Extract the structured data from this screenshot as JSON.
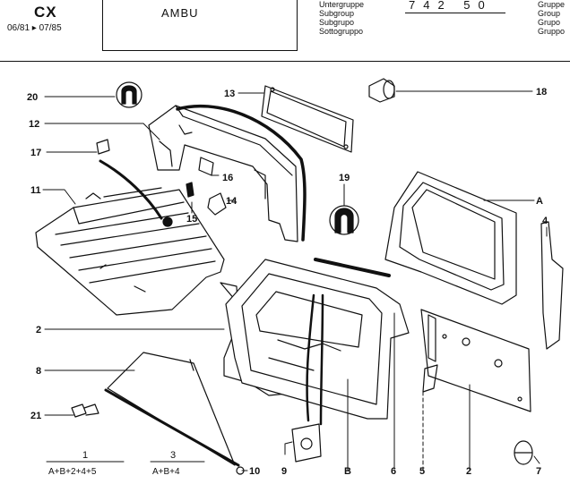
{
  "header": {
    "model": "CX",
    "period": "06/81 ▸ 07/85",
    "section_title": "AMBU",
    "subgroup_labels": [
      "Untergruppe",
      "Subgroup",
      "Subgrupo",
      "Sottogruppo"
    ],
    "group_labels": [
      "Gruppe",
      "Group",
      "Grupo",
      "Gruppo"
    ],
    "group_code": "742 50"
  },
  "callouts": [
    "20",
    "18",
    "13",
    "12",
    "17",
    "16",
    "11",
    "15",
    "14",
    "19",
    "A",
    "4",
    "2",
    "8",
    "21",
    "10",
    "9",
    "B",
    "6",
    "5",
    "2",
    "7"
  ],
  "footer": {
    "combo1": {
      "number": "1",
      "formula": "A+B+2+4+5"
    },
    "combo3": {
      "number": "3",
      "formula": "A+B+4"
    }
  },
  "colors": {
    "ink": "#111111",
    "paper": "#ffffff"
  }
}
